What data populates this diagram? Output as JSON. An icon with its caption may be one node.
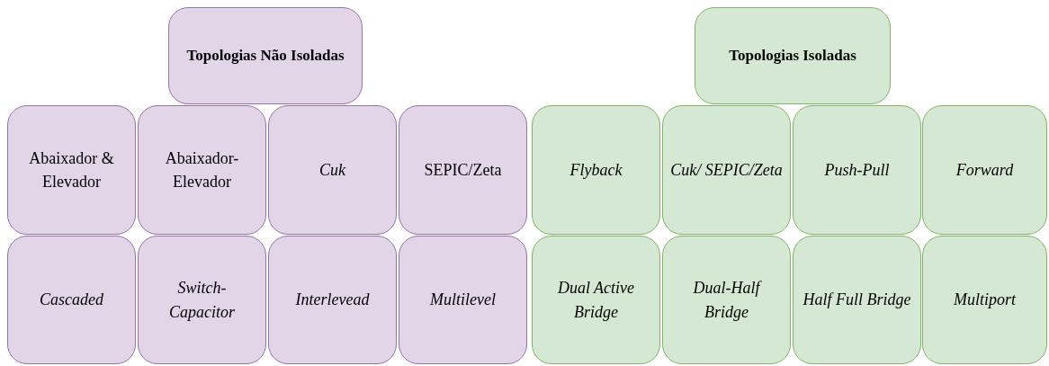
{
  "diagram": {
    "nodes": [
      {
        "text": [
          "Topologias Não Isoladas"
        ]
      },
      {
        "text": [
          "Topologias Isoladas"
        ]
      },
      {
        "text": [
          "Abaixador & Elevador"
        ]
      },
      {
        "text": [
          "Abaixador-Elevador"
        ]
      },
      {
        "text": [
          "Cuk"
        ]
      },
      {
        "text": [
          "SEPIC/Zeta"
        ]
      },
      {
        "text": [
          "Flyback"
        ]
      },
      {
        "text": [
          "Cuk/ SEPIC/Zeta"
        ]
      },
      {
        "text": [
          "Push-Pull"
        ]
      },
      {
        "text": [
          "Forward"
        ]
      },
      {
        "text": [
          "Cascaded"
        ]
      },
      {
        "text": [
          "Switch-Capacitor"
        ]
      },
      {
        "text": [
          "Interlevead"
        ]
      },
      {
        "text": [
          "Multilevel"
        ]
      },
      {
        "text": [
          "Dual Active Bridge"
        ]
      },
      {
        "text": [
          "Dual-Half Bridge"
        ]
      },
      {
        "text": [
          "Half Full Bridge"
        ]
      },
      {
        "text": [
          "Multiport"
        ]
      }
    ]
  }
}
